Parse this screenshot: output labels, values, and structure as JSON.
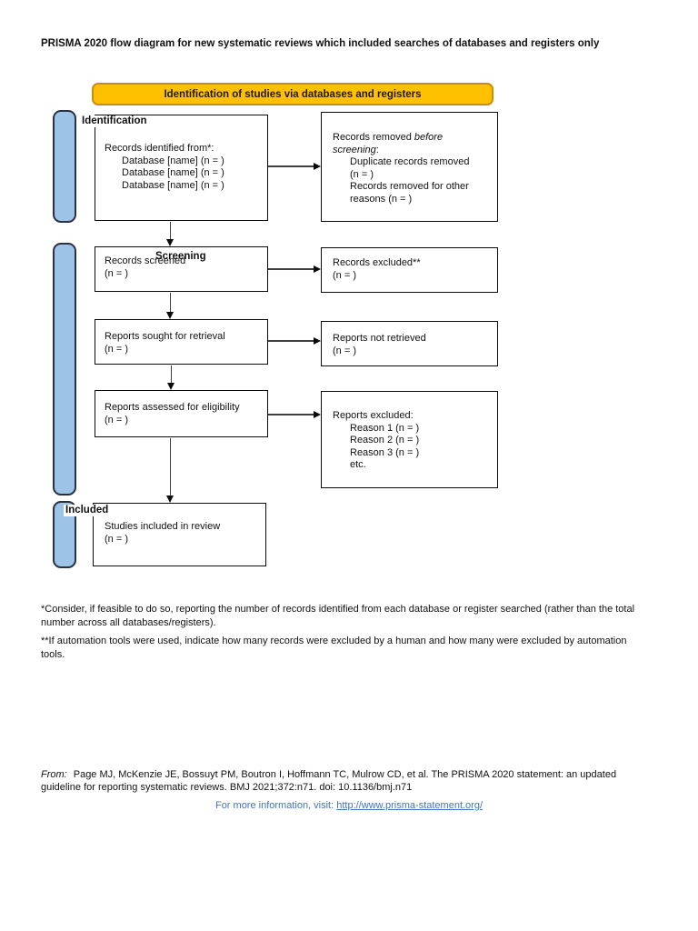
{
  "document": {
    "title": "PRISMA 2020 flow diagram for new systematic reviews which included searches of databases and registers only"
  },
  "banner": {
    "label": "Identification of studies via databases and registers"
  },
  "stage_labels": {
    "identification": "Identification",
    "screening": "Screening",
    "included": "Included"
  },
  "flow_boxes": {
    "records_identified": {
      "heading": "Records identified from*:",
      "items": [
        "Database [name] (n = )",
        "Database [name] (n = )",
        "Database [name] (n = )"
      ]
    },
    "records_removed": {
      "heading_regular": "Records removed ",
      "heading_italic": "before screening",
      "heading_colon": ":",
      "items": [
        "Duplicate records removed (n = )",
        "Records removed for other reasons (n = )"
      ]
    },
    "records_screened": {
      "line1": "Records screened",
      "line2": "(n = )"
    },
    "records_excluded": {
      "line1": "Records excluded**",
      "line2": "(n = )"
    },
    "reports_sought": {
      "line1": "Reports sought for retrieval",
      "line2": "(n = )"
    },
    "reports_not_retrieved": {
      "line1": "Reports not retrieved",
      "line2": "(n = )"
    },
    "reports_assessed": {
      "line1": "Reports assessed for eligibility",
      "line2": "(n = )"
    },
    "reports_excluded": {
      "heading": "Reports excluded:",
      "items": [
        "Reason 1 (n = )",
        "Reason 2 (n = )",
        "Reason 3 (n = )",
        "etc."
      ]
    },
    "studies_included": {
      "line1": "Studies included in review",
      "line2": "(n = )"
    }
  },
  "footnotes": {
    "asterisk": "*Consider, if feasible to do so, reporting the number of records identified from each database or register searched (rather than the total number across all databases/registers).",
    "double_asterisk": "**If automation tools were used, indicate how many records were excluded by a human and how many were excluded by automation tools."
  },
  "citation": {
    "from_label": "From:",
    "text": "Page MJ, McKenzie JE, Bossuyt PM, Boutron I, Hoffmann TC, Mulrow CD, et al. The PRISMA 2020 statement: an updated guideline for reporting systematic reviews. BMJ 2021;372:n71. doi: 10.1136/bmj.n71"
  },
  "more_info": {
    "prefix": "For more information, visit: ",
    "link_text": "http://www.prisma-statement.org/"
  },
  "colors": {
    "banner_fill": "#FFC000",
    "banner_border": "#C98F00",
    "stage_bar_fill": "#9DC3E6",
    "link_blue": "#4472C4"
  }
}
